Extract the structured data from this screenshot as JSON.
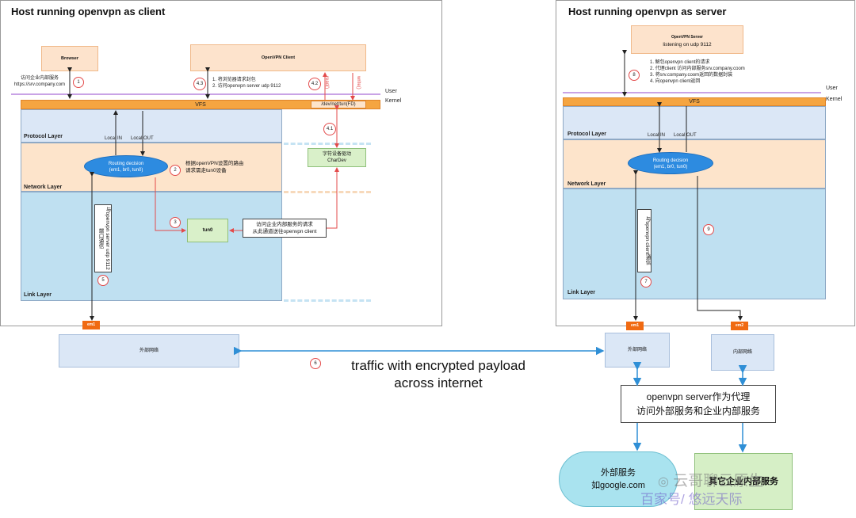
{
  "left": {
    "title": "Host running openvpn as client",
    "browser": "Browser",
    "openvpn_client": "OpenVPN  Client",
    "access_label_1": "访问企业内部服务",
    "access_label_2": "https://srv.company.com",
    "step1": "1",
    "step43": "4.3",
    "step43_text_1": "1. 将浏览器请求封包",
    "step43_text_2": "2. 访问openvpn server udp 9112",
    "step42": "4.2",
    "read_label": "read()",
    "write_label": "write()",
    "user_label": "User",
    "kernel_label": "Kernel",
    "vfs": "VFS",
    "tun_fd": "/dev/net/tun(FD)",
    "step41": "4.1",
    "chardev_1": "字符设备驱动",
    "chardev_2": "CharDev",
    "protocol_layer": "Protocol Layer",
    "network_layer": "Network Layer",
    "link_layer": "Link Layer",
    "local_in": "Local IN",
    "local_out": "Local OUT",
    "routing_1": "Routing decision",
    "routing_2": "(em1, br0, tun0)",
    "step2": "2",
    "step2_text_1": "根据openVPN设置的路由",
    "step2_text_2": "请求需走tun0设备",
    "step3": "3",
    "tun0": "tun0",
    "tun_note_1": "访问企业内部服务的请求",
    "tun_note_2": "从此通道送往openvpn client",
    "vert5_1": "与openvpn server",
    "vert5_2": "udp 9112端口通信",
    "step5": "5",
    "em1": "em1",
    "external_net": "外部网络"
  },
  "right": {
    "title": "Host running openvpn as server",
    "server_box_1": "OpenVPN  Server",
    "server_box_2": "listening on udp 9112",
    "step8": "8",
    "step8_lines": [
      "1. 解包openvpn client的请求",
      "2. 代理client 访问内部服务srv.company.coom",
      "3. 将srv.company.coom返回的数据封装",
      "4. 向openvpn client返回"
    ],
    "user_label": "User",
    "kernel_label": "Kernel",
    "vfs": "VFS",
    "protocol_layer": "Protocol Layer",
    "network_layer": "Network Layer",
    "link_layer": "Link Layer",
    "local_in": "Local IN",
    "local_out": "Local OUT",
    "routing_1": "Routing decision",
    "routing_2": "(em1, br0, tun0)",
    "vert7": "与openvpn client通信",
    "step7": "7",
    "step9": "9",
    "em1": "em1",
    "em2": "em2",
    "external_net": "外部网络",
    "internal_net": "内部网络"
  },
  "middle": {
    "step6": "6",
    "traffic_1": "traffic with encrypted payload",
    "traffic_2": "across internet"
  },
  "proxy": {
    "line1": "openvpn server作为代理",
    "line2": "访问外部服务和企业内部服务"
  },
  "external_service": {
    "line1": "外部服务",
    "line2": "如google.com"
  },
  "internal_service": "其它企业内部服务",
  "watermark": {
    "wechat": "云哥聊云原生",
    "baidu": "百家号/ 悠远天际"
  }
}
